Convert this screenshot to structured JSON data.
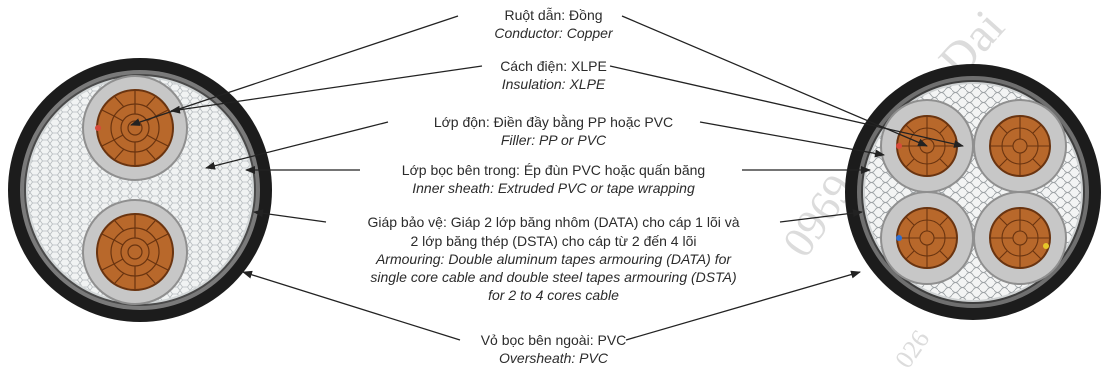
{
  "labels": {
    "conductor": {
      "vi": "Ruột dẫn: Đồng",
      "en": "Conductor: Copper"
    },
    "insulation": {
      "vi": "Cách điện: XLPE",
      "en": "Insulation: XLPE"
    },
    "filler": {
      "vi": "Lớp độn: Điền đầy bằng PP hoặc PVC",
      "en": "Filler: PP or PVC"
    },
    "inner_sheath": {
      "vi": "Lớp bọc bên trong: Ép đùn PVC hoặc quấn băng",
      "en": "Inner sheath: Extruded PVC or tape wrapping"
    },
    "armouring": {
      "vi1": "Giáp bảo vệ: Giáp 2 lớp băng nhôm (DATA) cho cáp 1 lõi và",
      "vi2": "2 lớp băng thép (DSTA) cho cáp từ 2 đến 4 lõi",
      "en1": "Armouring: Double aluminum tapes armouring (DATA) for",
      "en2": "single core cable and double steel tapes armouring (DSTA)",
      "en3": "for 2 to 4 cores cable"
    },
    "oversheath": {
      "vi": "Vỏ bọc bên ngoài: PVC",
      "en": "Oversheath: PVC"
    }
  },
  "watermark": {
    "text1": "Dai",
    "text2": "0969",
    "text3": "026"
  },
  "colors": {
    "outer_jacket": "#1c1c1c",
    "armour_ring": "#8a8a8a",
    "inner_sheath_fill": "#eef0f0",
    "insulation": "#c9c9c9",
    "copper": "#b8682b",
    "copper_edge": "#6a3410",
    "arrow": "#222222"
  }
}
